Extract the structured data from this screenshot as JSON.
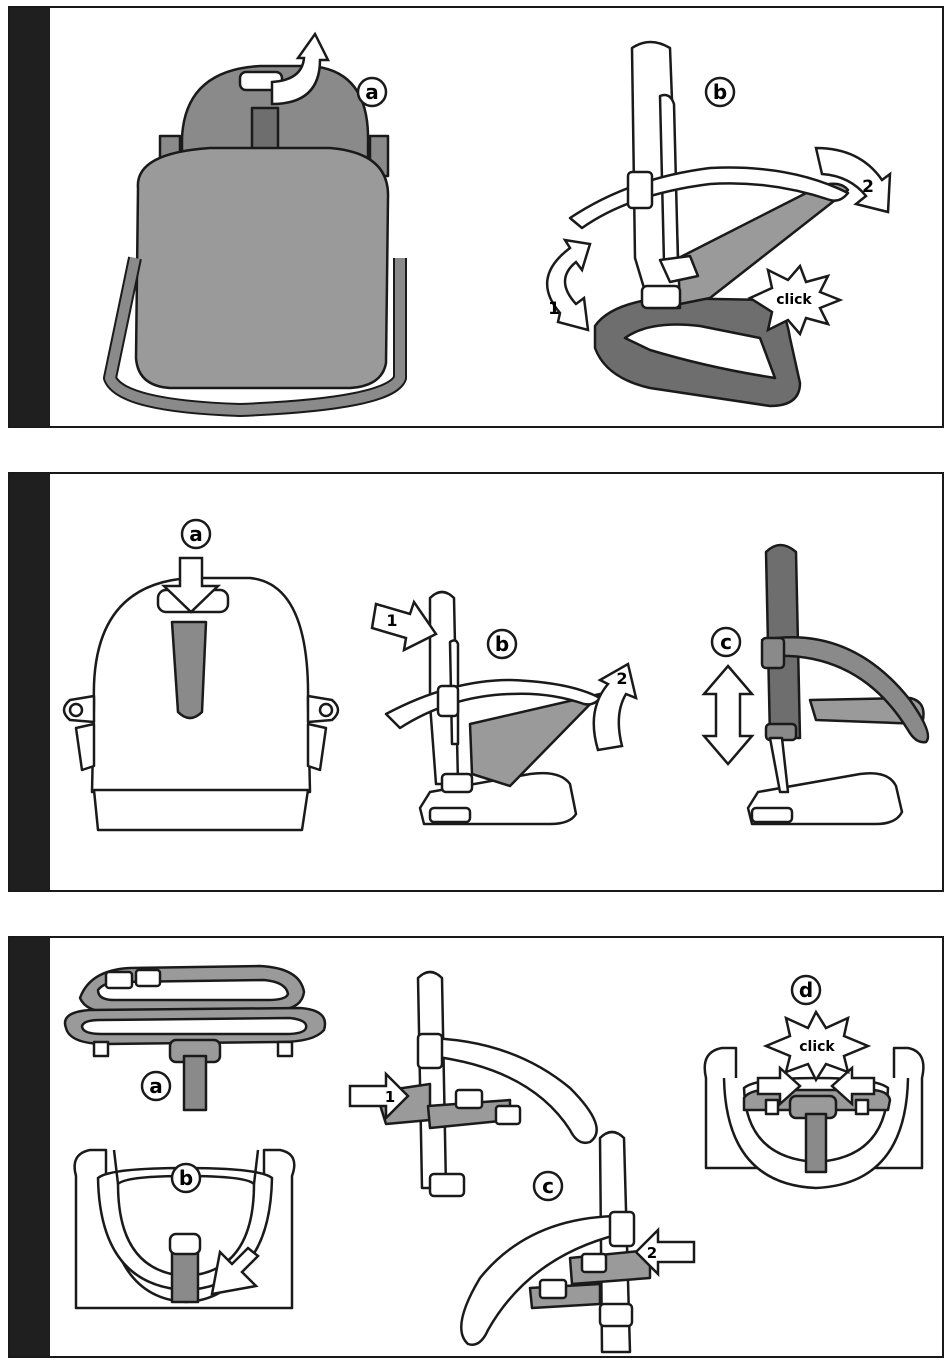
{
  "panels": [
    {
      "steps": [
        {
          "letter": "a"
        },
        {
          "letter": "b",
          "arrow_numbers": [
            "1",
            "2"
          ],
          "sound": "click"
        }
      ]
    },
    {
      "steps": [
        {
          "letter": "a"
        },
        {
          "letter": "b",
          "arrow_numbers": [
            "1",
            "2"
          ]
        },
        {
          "letter": "c"
        }
      ]
    },
    {
      "steps": [
        {
          "letter": "a"
        },
        {
          "letter": "b"
        },
        {
          "letter": "c",
          "arrow_numbers": [
            "1",
            "2"
          ]
        },
        {
          "letter": "d",
          "sound": "click"
        }
      ]
    }
  ],
  "colors": {
    "fill_dark": "#6e6e6e",
    "fill_mid": "#9a9a9a",
    "fill_light": "#b8b8b8",
    "line": "#1a1a1a",
    "tab": "#1f1f1f"
  }
}
